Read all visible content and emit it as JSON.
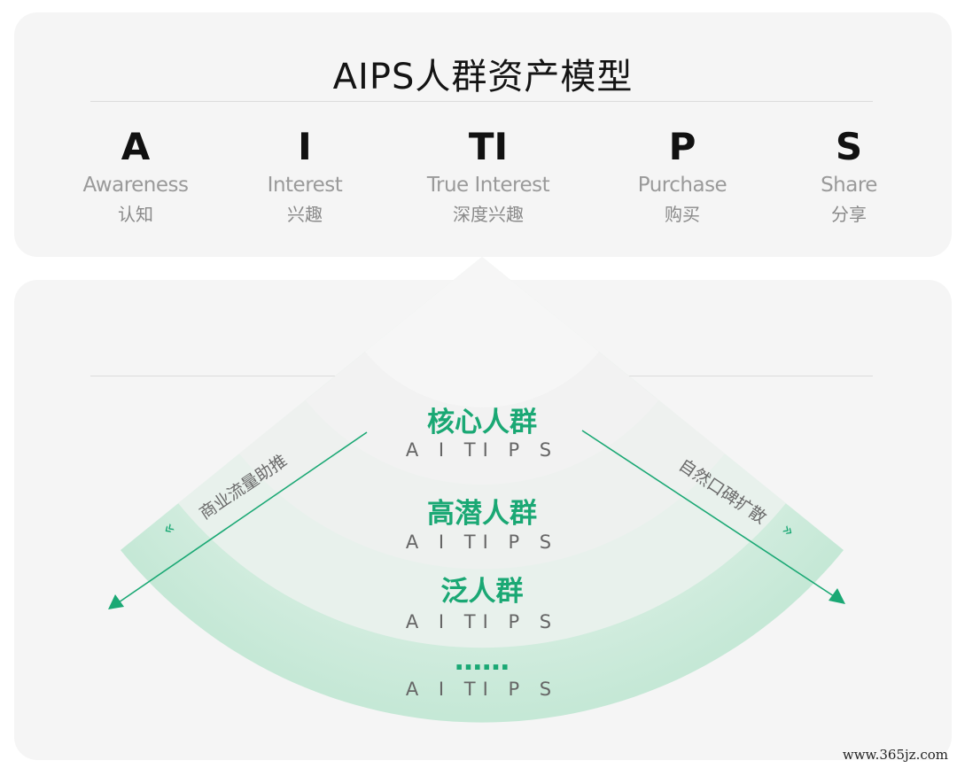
{
  "model": {
    "title": "AIPS人群资产模型",
    "stages": [
      {
        "letter": "A",
        "en": "Awareness",
        "cn": "认知"
      },
      {
        "letter": "I",
        "en": "Interest",
        "cn": "兴趣"
      },
      {
        "letter": "TI",
        "en": "True Interest",
        "cn": "深度兴趣"
      },
      {
        "letter": "P",
        "en": "Purchase",
        "cn": "购买"
      },
      {
        "letter": "S",
        "en": "Share",
        "cn": "分享"
      }
    ]
  },
  "funnel": {
    "title": "人群反漏斗",
    "letters": [
      "A",
      "I",
      "TI",
      "P",
      "S"
    ],
    "layers": [
      {
        "name": "核心人群"
      },
      {
        "name": "高潜人群"
      },
      {
        "name": "泛人群"
      },
      {
        "name": "……"
      }
    ],
    "left_arrow_label": "商业流量助推",
    "right_arrow_label": "自然口碑扩散",
    "left_chevron": "«",
    "right_chevron": "»",
    "accent": "#1aa874"
  },
  "watermark": "www.365jz.com"
}
